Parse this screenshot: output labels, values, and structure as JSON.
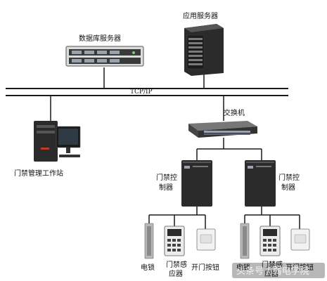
{
  "labels": {
    "db_server": "数据库服务器",
    "app_server": "应用服务器",
    "network": "TCP/IP",
    "switch": "交换机",
    "workstation": "门禁管理工作站",
    "controller_left_line1": "门禁控",
    "controller_left_line2": "制器",
    "controller_right_line1": "门禁控",
    "controller_right_line2": "制器",
    "lock_left": "电锁",
    "reader_left_line1": "门禁感",
    "reader_left_line2": "应器",
    "button_left": "开门按钮",
    "lock_right": "电锁",
    "reader_right_line1": "门禁感",
    "reader_right_line2": "应器",
    "button_right": "开门按钮"
  },
  "watermark": "头条号 / 弱电学院",
  "colors": {
    "line": "#1a1a1a",
    "device_dark": "#2b2b2b",
    "device_light": "#e9e9e9",
    "accent_red": "#c0392b"
  }
}
